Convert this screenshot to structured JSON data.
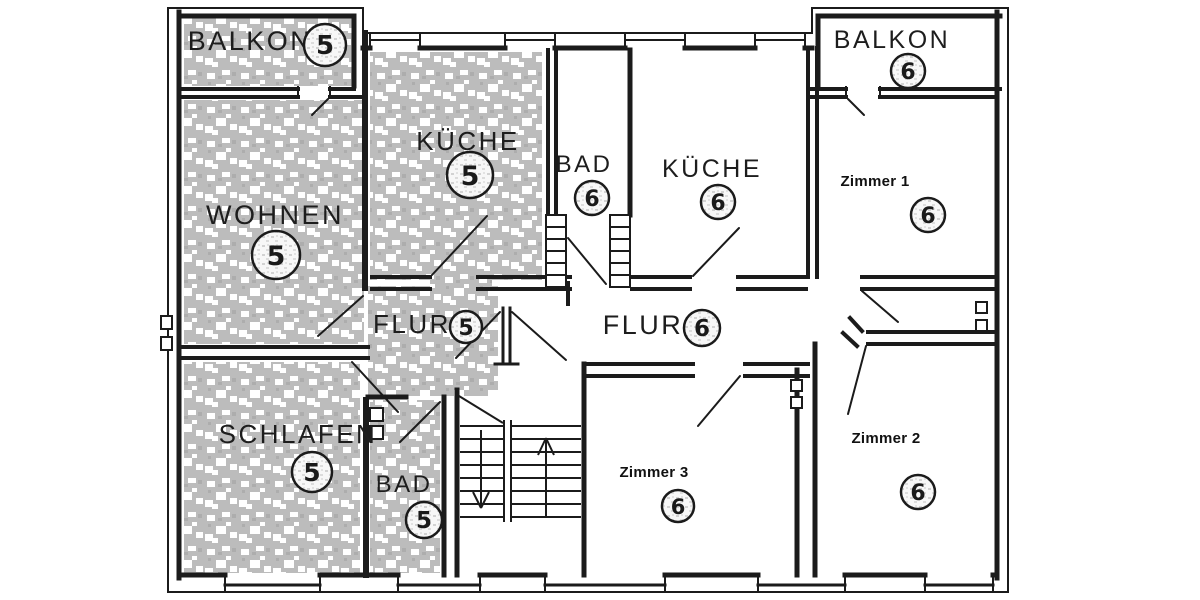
{
  "plan": {
    "type": "floor-plan",
    "language": "de",
    "units": [
      {
        "id": "5",
        "highlight": true
      },
      {
        "id": "6",
        "highlight": false
      }
    ],
    "rooms": [
      {
        "label": "BALKON",
        "unit": "5"
      },
      {
        "label": "KÜCHE",
        "unit": "5"
      },
      {
        "label": "WOHNEN",
        "unit": "5"
      },
      {
        "label": "SCHLAFEN",
        "unit": "5"
      },
      {
        "label": "BAD",
        "unit": "5"
      },
      {
        "label": "FLUR",
        "unit": "5"
      },
      {
        "label": "BAD",
        "unit": "6"
      },
      {
        "label": "KÜCHE",
        "unit": "6"
      },
      {
        "label": "FLUR",
        "unit": "6"
      },
      {
        "label": "BALKON",
        "unit": "6"
      },
      {
        "label": "Zimmer 1",
        "unit": "6"
      },
      {
        "label": "Zimmer 2",
        "unit": "6"
      },
      {
        "label": "Zimmer 3",
        "unit": "6"
      }
    ],
    "colors": {
      "line": "#1b1b1b",
      "highlight_gray": "#bcbcbc",
      "background": "#ffffff"
    }
  }
}
